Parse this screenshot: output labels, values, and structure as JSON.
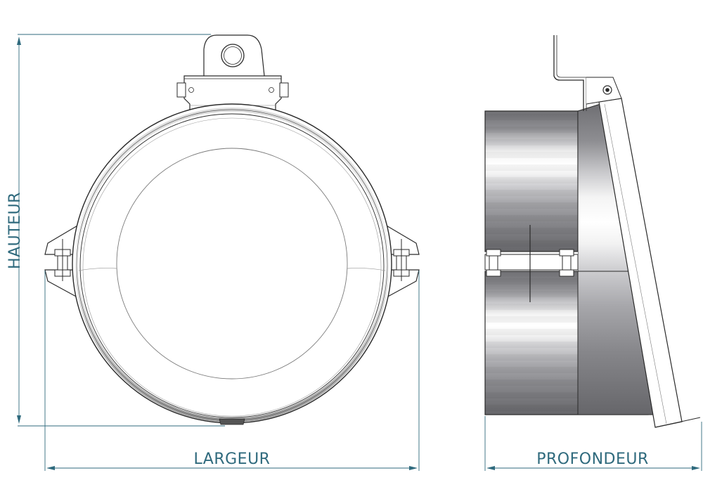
{
  "dimensions": {
    "height_label": "HAUTEUR",
    "width_label": "LARGEUR",
    "depth_label": "PROFONDEUR"
  },
  "colors": {
    "dimension": "#2f6a7d",
    "outline": "#2a2a2a",
    "thin": "#7a7a7a",
    "band_dark": "#6e6e72",
    "band_light": "#eeeeee"
  }
}
